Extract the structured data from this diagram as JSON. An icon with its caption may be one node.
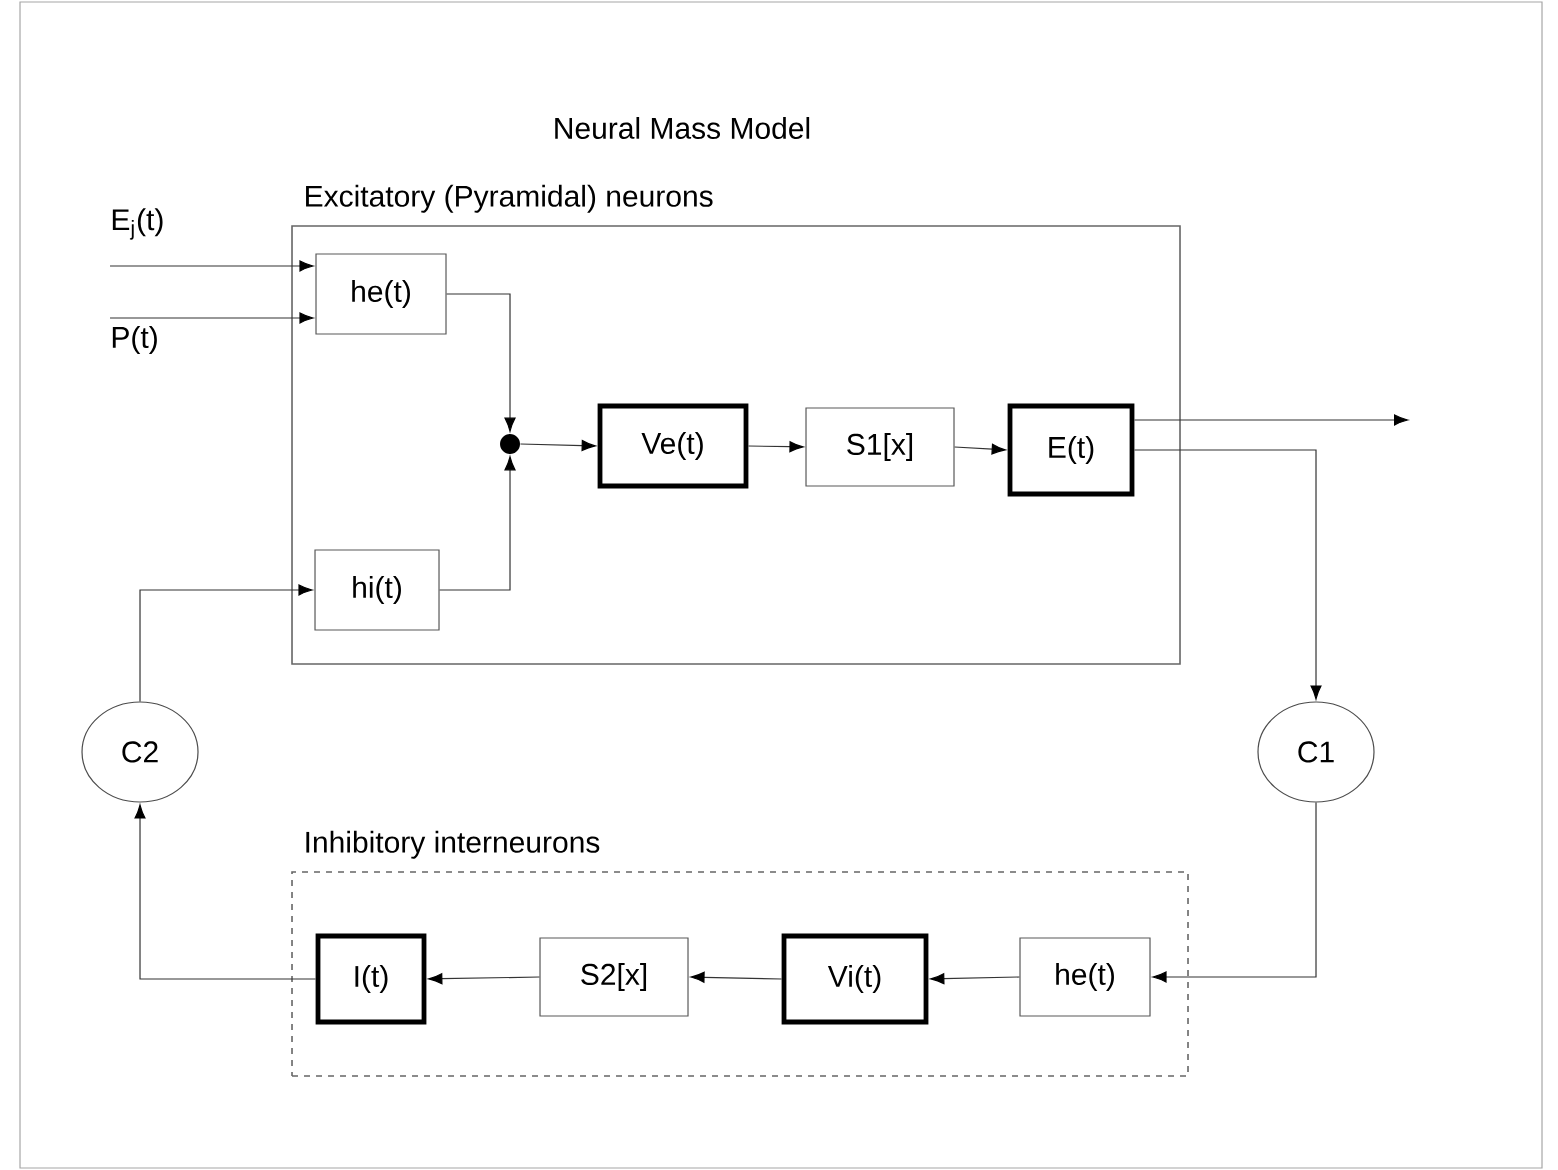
{
  "diagram": {
    "title": "Neural Mass Model",
    "nodes": [
      {
        "text": [
          "Excitatory (Pyramidal) neurons"
        ]
      },
      {
        "text": [
          "he(t)"
        ],
        "in": 0
      },
      {
        "text": [],
        "shape": "circle",
        "in": 0
      },
      {
        "text": [
          "Ve(t)"
        ],
        "in": 0
      },
      {
        "text": [
          "S1[x]"
        ],
        "in": 0
      },
      {
        "text": [
          "E(t)"
        ],
        "in": 0
      },
      {
        "text": [
          "hi(t)"
        ],
        "in": 0
      },
      {
        "text": [
          "E$_{j}$(t)"
        ]
      },
      {
        "text": [
          "P(t)"
        ]
      },
      {
        "text": [
          "C2"
        ]
      },
      {
        "text": [
          "C1"
        ]
      },
      {
        "text": [
          "Inhibitory interneurons"
        ]
      },
      {
        "text": [
          "I(t)"
        ],
        "in": 11
      },
      {
        "text": [
          "S2[x]"
        ],
        "in": 11
      },
      {
        "text": [
          "Vi(t)"
        ],
        "in": 11
      },
      {
        "text": [
          "he(t)"
        ],
        "in": 11
      }
    ],
    "edges": [
      {
        "from": 7,
        "to": 1,
        "arrow": "to"
      },
      {
        "from": 8,
        "to": 1,
        "arrow": "to"
      },
      {
        "from": 1,
        "to": 2,
        "arrow": "to"
      },
      {
        "from": 6,
        "to": 2,
        "arrow": "to"
      },
      {
        "from": 2,
        "to": 3,
        "arrow": "to"
      },
      {
        "from": 3,
        "to": 4,
        "arrow": "to"
      },
      {
        "from": 4,
        "to": 5,
        "arrow": "to"
      },
      {
        "from": 5,
        "to": null,
        "arrow": "to"
      },
      {
        "from": 5,
        "to": 10,
        "arrow": "to"
      },
      {
        "from": 10,
        "to": 15,
        "arrow": "to"
      },
      {
        "from": 15,
        "to": 14,
        "arrow": "to"
      },
      {
        "from": 14,
        "to": 13,
        "arrow": "to"
      },
      {
        "from": 13,
        "to": 12,
        "arrow": "to"
      },
      {
        "from": 12,
        "to": 9,
        "arrow": "to"
      },
      {
        "from": 9,
        "to": 6,
        "arrow": "to"
      }
    ]
  }
}
